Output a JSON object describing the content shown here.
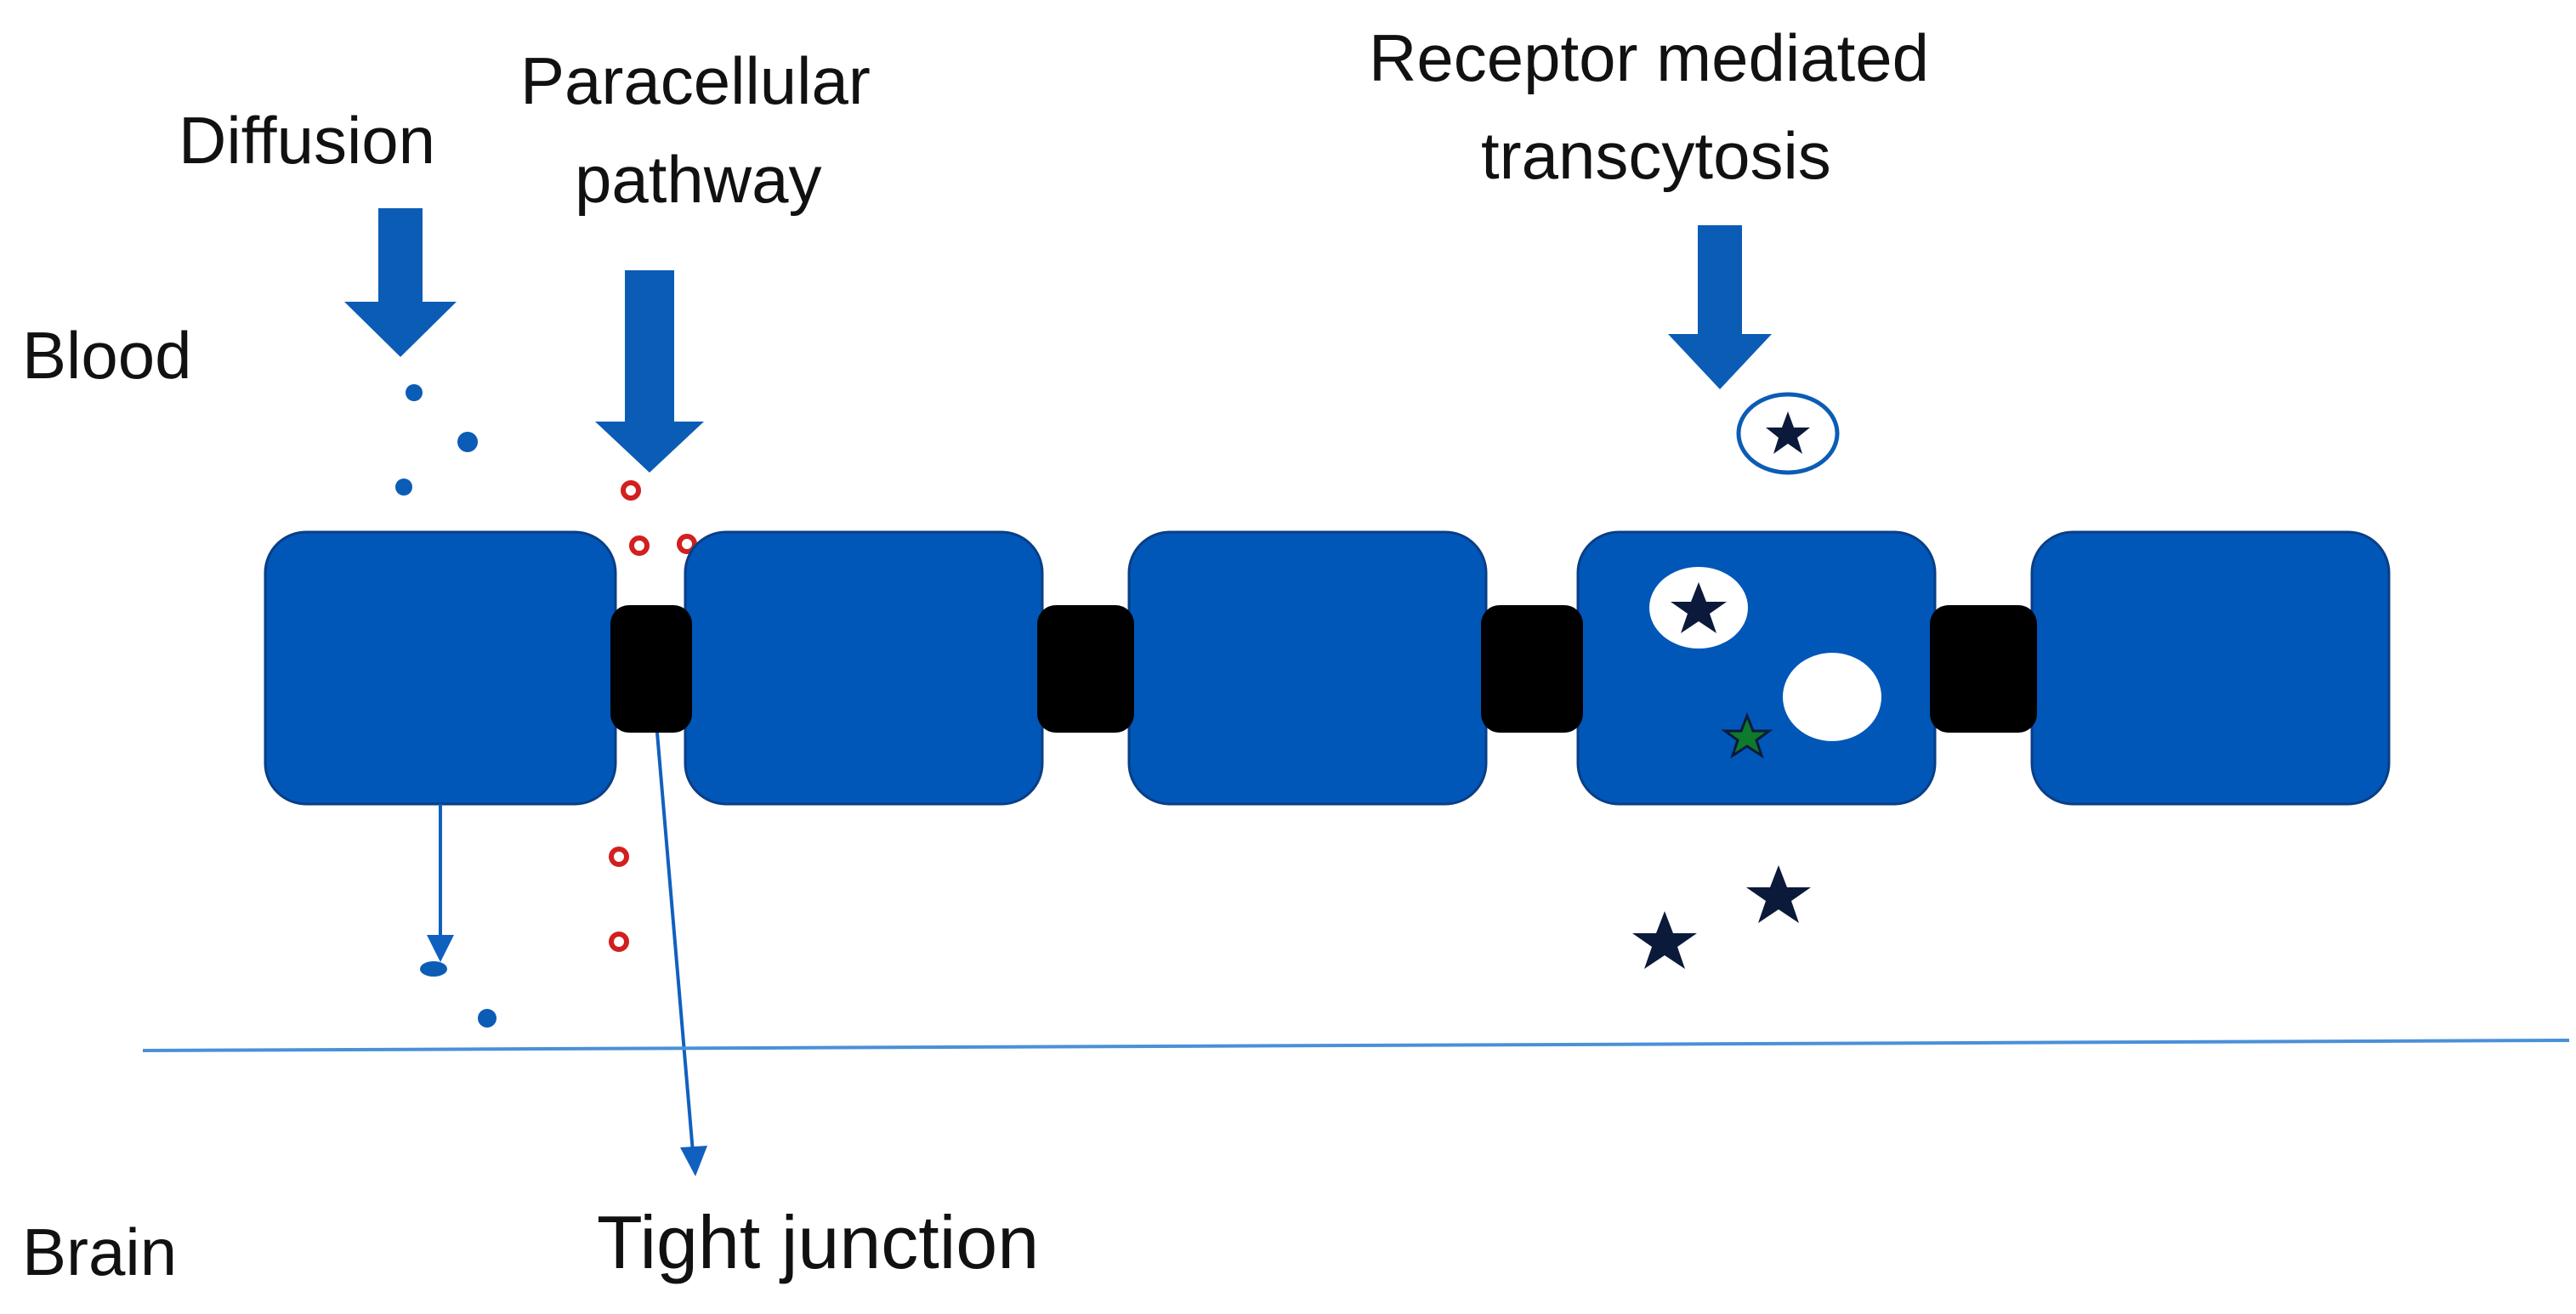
{
  "labels": {
    "diffusion": "Diffusion",
    "paracellular_line1": "Paracellular",
    "paracellular_line2": "pathway",
    "receptor_line1": "Receptor mediated",
    "receptor_line2": "transcytosis",
    "blood": "Blood",
    "brain": "Brain",
    "tight_junction": "Tight junction"
  },
  "colors": {
    "cell": "#0057B8",
    "arrow": "#0B5CB5",
    "junction": "#000000",
    "membrane_line": "#4A90D9",
    "red_particle": "#D21F1F",
    "star": "#0B1A3A",
    "green_star": "#0E7A2B"
  },
  "icons": {
    "arrow": "down-arrow-icon",
    "star": "star-icon"
  }
}
